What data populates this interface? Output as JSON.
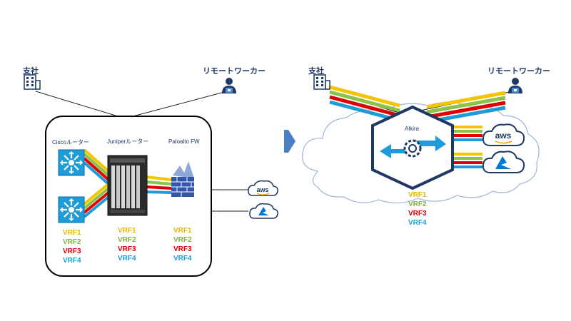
{
  "left": {
    "branch_label": "支社",
    "remote_label": "リモートワーカー",
    "cisco_label": "Ciscoルーター",
    "juniper_label": "Juniperルーター",
    "paloalto_label": "Paloalto  FW",
    "vrf_groups": [
      [
        "VRF1",
        "VRF2",
        "VRF3",
        "VRF4"
      ],
      [
        "VRF1",
        "VRF2",
        "VRF3",
        "VRF4"
      ],
      [
        "VRF1",
        "VRF2",
        "VRF3",
        "VRF4"
      ]
    ],
    "aws_label": "aws"
  },
  "right": {
    "branch_label": "支社",
    "remote_label": "リモートワーカー",
    "alkira_label": "Alkira",
    "aws_label": "aws",
    "vrf": [
      "VRF1",
      "VRF2",
      "VRF3",
      "VRF4"
    ]
  },
  "colors": {
    "vrf1": "#f5c400",
    "vrf2": "#8bc34a",
    "vrf3": "#e00000",
    "vrf4": "#1e9cd7",
    "navy": "#1f3864",
    "arrow": "#4a7fc1",
    "switch": "#1e9cd7"
  },
  "icons": [
    "building-icon",
    "remote-worker-icon",
    "cisco-switch-icon",
    "juniper-router-icon",
    "firewall-icon",
    "aws-cloud-icon",
    "azure-cloud-icon",
    "alkira-hexagon-icon",
    "cloud-icon",
    "arrow-icon"
  ]
}
